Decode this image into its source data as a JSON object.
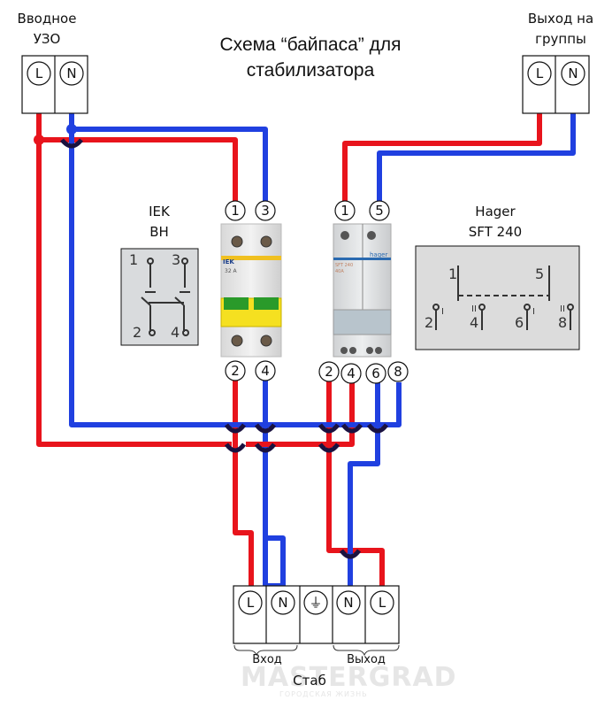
{
  "title": {
    "line1": "Схема “байпаса” для",
    "line2": "стабилизатора"
  },
  "input_rcd": {
    "label_line1": "Вводное",
    "label_line2": "УЗО",
    "terminals": [
      "L",
      "N"
    ]
  },
  "output_groups": {
    "label_line1": "Выход на",
    "label_line2": "группы",
    "terminals": [
      "L",
      "N"
    ]
  },
  "iek_switch": {
    "label_line1": "IEK",
    "label_line2": "ВН",
    "device_brand": "IEK",
    "device_rating": "32 A",
    "top_terminals": [
      "1",
      "3"
    ],
    "bottom_terminals": [
      "2",
      "4"
    ],
    "schematic_labels": [
      "1",
      "3",
      "2",
      "4"
    ]
  },
  "hager_switch": {
    "label_line1": "Hager",
    "label_line2": "SFT 240",
    "device_brand": "hager",
    "device_model": "SFT 240",
    "device_rating": "40A",
    "top_terminals": [
      "1",
      "5"
    ],
    "bottom_terminals": [
      "2",
      "4",
      "6",
      "8"
    ],
    "schematic_labels": [
      "1",
      "5",
      "2",
      "4",
      "6",
      "8"
    ],
    "schematic_positions": [
      "I",
      "II",
      "I",
      "II"
    ]
  },
  "stabilizer": {
    "label": "Стаб",
    "terminals": [
      "L",
      "N",
      "⏚",
      "N",
      "L"
    ],
    "input_label": "Вход",
    "output_label": "Выход"
  },
  "watermark": {
    "text": "MASTERGRAD",
    "subtext": "ГОРОДСКАЯ ЖИЗНЬ"
  },
  "colors": {
    "phase": "#e8141c",
    "neutral": "#2040e0",
    "crossover": "#1a1240"
  }
}
